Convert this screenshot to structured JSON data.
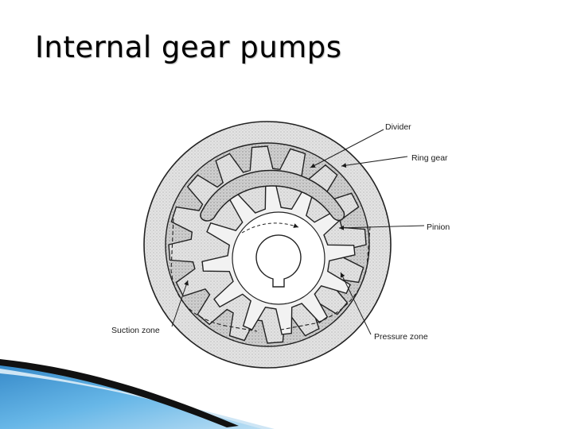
{
  "slide": {
    "title": "Internal gear pumps"
  },
  "diagram": {
    "labels": {
      "divider": "Divider",
      "ring_gear": "Ring gear",
      "pinion": "Pinion",
      "suction_zone": "Suction zone",
      "pressure_zone": "Pressure zone"
    },
    "ring_gear_teeth": 16,
    "pinion_teeth": 12
  },
  "theme": {
    "accent_blue": "#2f8fd0",
    "accent_dark": "#1a1a1a"
  }
}
